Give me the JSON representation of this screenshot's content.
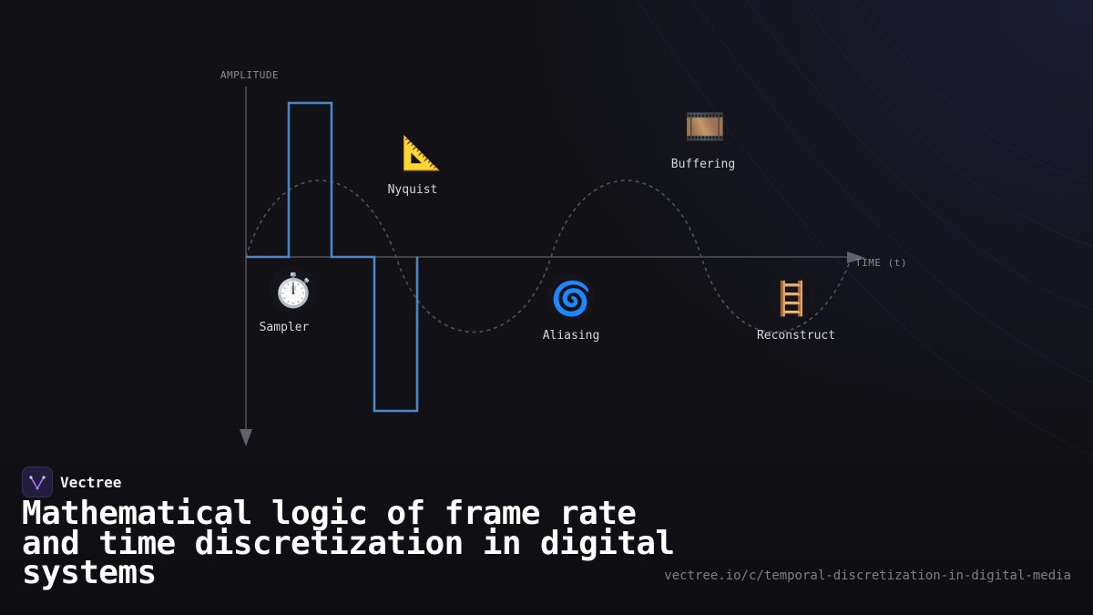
{
  "diagram": {
    "y_axis_label": "AMPLITUDE",
    "x_axis_label": "TIME (t)",
    "nodes": [
      {
        "id": "sampler",
        "label": "Sampler",
        "icon": "stopwatch-icon",
        "glyph": "⏱️"
      },
      {
        "id": "nyquist",
        "label": "Nyquist",
        "icon": "triangular-ruler-icon",
        "glyph": "📐"
      },
      {
        "id": "aliasing",
        "label": "Aliasing",
        "icon": "spiral-icon",
        "glyph": "🌀"
      },
      {
        "id": "buffering",
        "label": "Buffering",
        "icon": "film-frames-icon",
        "glyph": "🎞️"
      },
      {
        "id": "reconstruct",
        "label": "Reconstruct",
        "icon": "ladder-icon",
        "glyph": "🪜"
      }
    ],
    "colors": {
      "signal": "#4a86c8",
      "wave": "#4a4d58",
      "axis": "#5a5d66"
    }
  },
  "brand": {
    "name": "Vectree",
    "logo_icon": "vectree-logo-icon"
  },
  "title": "Mathematical logic of frame rate and time discretization in digital systems",
  "source_url": "vectree.io/c/temporal-discretization-in-digital-media"
}
